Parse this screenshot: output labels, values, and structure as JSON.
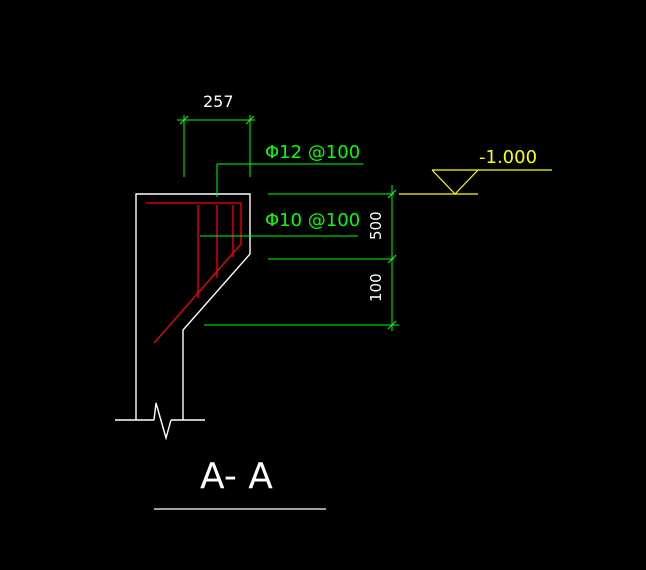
{
  "drawing": {
    "section_title": "A- A",
    "dimension_top": "257",
    "dimension_upper_vertical": "500",
    "dimension_lower_vertical": "100",
    "rebar_label_top": "Φ12 @100",
    "rebar_label_middle": "Φ10 @100",
    "elevation_label": "-1.000",
    "colors": {
      "background": "#000000",
      "outline": "#ffffff",
      "rebar": "#ff0000",
      "dimension": "#00ff00",
      "elevation": "#ffff00"
    }
  }
}
